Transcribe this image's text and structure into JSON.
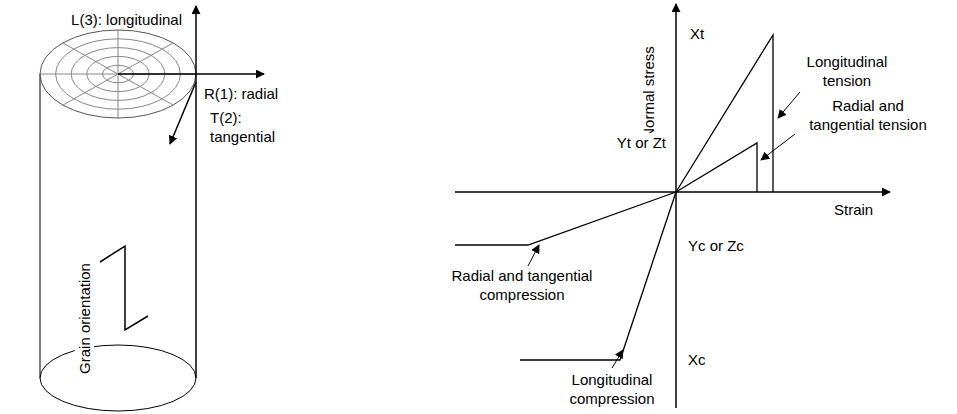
{
  "diagram": {
    "labels": [
      "L(3): longitudinal",
      "R(1): radial",
      "T(2): tangential",
      "Grain orientation",
      "Normal stress",
      "Strain",
      "Xt",
      "Yt or Zt",
      "Yc or Zc",
      "Xc",
      "Longitudinal tension",
      "Radial and tangential tension",
      "Radial and tangential compression",
      "Longitudinal compression"
    ]
  }
}
